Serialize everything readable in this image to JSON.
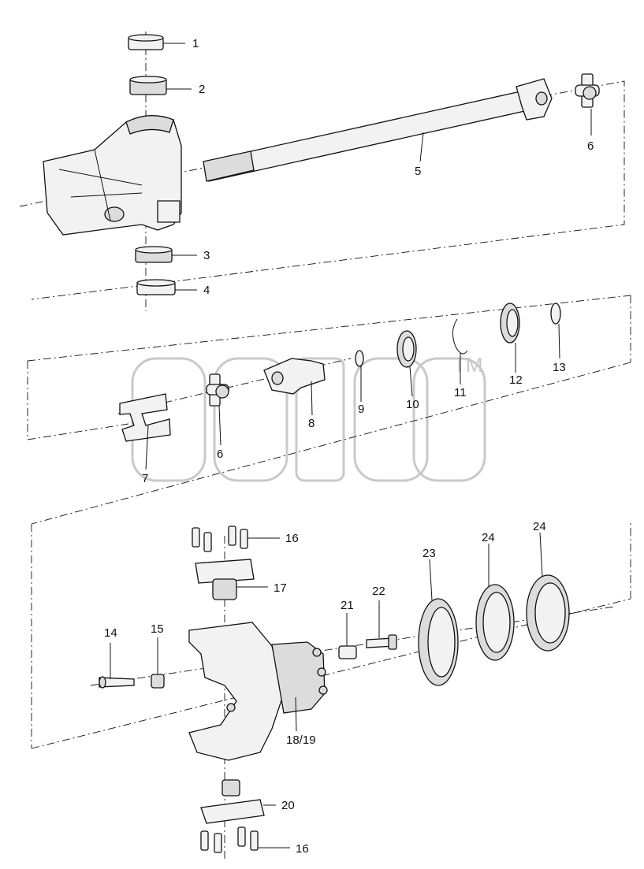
{
  "diagram": {
    "watermark": {
      "tm": "TM"
    },
    "callouts": [
      {
        "id": "c1",
        "label": "1"
      },
      {
        "id": "c2",
        "label": "2"
      },
      {
        "id": "c3",
        "label": "3"
      },
      {
        "id": "c4",
        "label": "4"
      },
      {
        "id": "c5",
        "label": "5"
      },
      {
        "id": "c6a",
        "label": "6"
      },
      {
        "id": "c6b",
        "label": "6"
      },
      {
        "id": "c7",
        "label": "7"
      },
      {
        "id": "c8",
        "label": "8"
      },
      {
        "id": "c9",
        "label": "9"
      },
      {
        "id": "c10",
        "label": "10"
      },
      {
        "id": "c11",
        "label": "11"
      },
      {
        "id": "c12",
        "label": "12"
      },
      {
        "id": "c13",
        "label": "13"
      },
      {
        "id": "c14",
        "label": "14"
      },
      {
        "id": "c15",
        "label": "15"
      },
      {
        "id": "c16a",
        "label": "16"
      },
      {
        "id": "c16b",
        "label": "16"
      },
      {
        "id": "c17",
        "label": "17"
      },
      {
        "id": "c1819",
        "label": "18/19"
      },
      {
        "id": "c20",
        "label": "20"
      },
      {
        "id": "c21",
        "label": "21"
      },
      {
        "id": "c22",
        "label": "22"
      },
      {
        "id": "c23",
        "label": "23"
      },
      {
        "id": "c24a",
        "label": "24"
      },
      {
        "id": "c24b",
        "label": "24"
      }
    ]
  }
}
